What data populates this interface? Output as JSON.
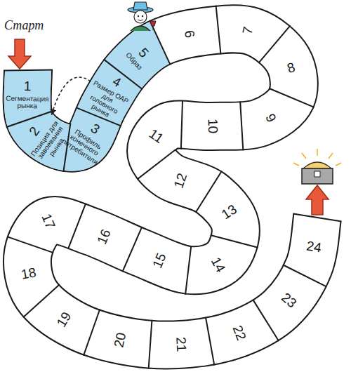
{
  "diagram": {
    "nodes": [
      {
        "text": [
          "1",
          "Сегментация рынка"
        ]
      },
      {
        "text": [
          "2",
          "Позиция для завоевания рынка"
        ]
      },
      {
        "text": [
          "3",
          "Профиль конечного потребителя"
        ]
      },
      {
        "text": [
          "4",
          "Размер ОАР для головного рынка"
        ]
      },
      {
        "text": [
          "5",
          "Образ"
        ]
      },
      {
        "text": [
          "6"
        ]
      },
      {
        "text": [
          "7"
        ]
      },
      {
        "text": [
          "8"
        ]
      },
      {
        "text": [
          "9"
        ]
      },
      {
        "text": [
          "10"
        ]
      },
      {
        "text": [
          "11"
        ]
      },
      {
        "text": [
          "12"
        ]
      },
      {
        "text": [
          "13"
        ]
      },
      {
        "text": [
          "14"
        ]
      },
      {
        "text": [
          "15"
        ]
      },
      {
        "text": [
          "16"
        ]
      },
      {
        "text": [
          "17"
        ]
      },
      {
        "text": [
          "18"
        ]
      },
      {
        "text": [
          "19"
        ]
      },
      {
        "text": [
          "20"
        ]
      },
      {
        "text": [
          "21"
        ]
      },
      {
        "text": [
          "22"
        ]
      },
      {
        "text": [
          "23"
        ]
      },
      {
        "text": [
          "24"
        ]
      }
    ],
    "edges": [
      {
        "from": 3,
        "to": 1,
        "arrow": "to"
      }
    ],
    "labels": [
      "Старт"
    ]
  }
}
